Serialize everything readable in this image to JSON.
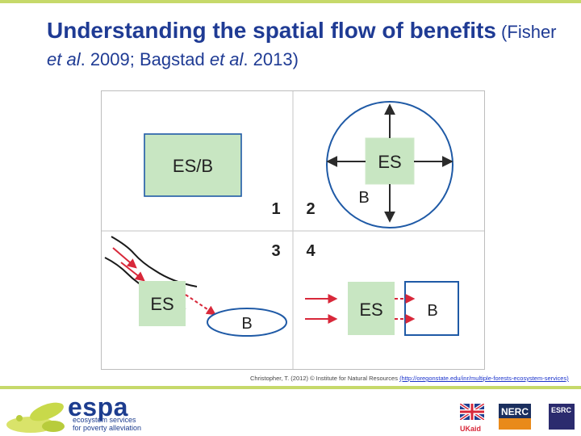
{
  "slide": {
    "title_main": "Understanding the spatial flow of benefits",
    "title_cite_open": " (Fisher ",
    "title_cite_etal1": "et al",
    "title_cite_mid": ". 2009; Bagstad ",
    "title_cite_etal2": "et al",
    "title_cite_close": ". 2013)"
  },
  "diagram": {
    "q1_label": "ES/B",
    "q2_es": "ES",
    "q2_b": "B",
    "q3_es": "ES",
    "q3_b": "B",
    "q4_es": "ES",
    "q4_b": "B",
    "num1": "1",
    "num2": "2",
    "num3": "3",
    "num4": "4",
    "colors": {
      "box_fill": "#c8e6c2",
      "line": "#2b2b2b",
      "blue": "#1f5aa6",
      "arrow_red": "#d8283a"
    }
  },
  "credit": {
    "text": "Christopher, T. (2012) © Institute for Natural Resources ",
    "url": "(http://oregonstate.edu/inr/multiple-forests-ecosystem-services)"
  },
  "footer": {
    "espa_word": "espa",
    "espa_tag1": "ecosystem services",
    "espa_tag2": "for poverty alleviation",
    "ukaid_label": "UKaid",
    "nerc_label": "NERC",
    "esrc_label": "ESRC"
  }
}
